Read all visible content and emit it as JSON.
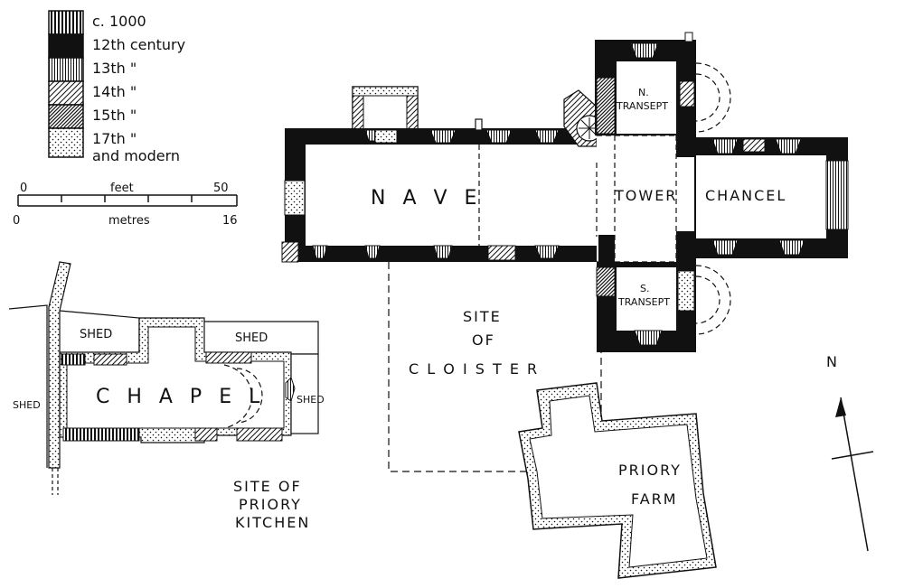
{
  "legend": {
    "entries": [
      {
        "label": "c. 1000",
        "pattern": "vertical-stripes"
      },
      {
        "label": "12th century",
        "pattern": "solid-black"
      },
      {
        "label": "13th  \"",
        "pattern": "fine-vertical"
      },
      {
        "label": "14th  \"",
        "pattern": "diagonal-hatch"
      },
      {
        "label": "15th  \"",
        "pattern": "dense-diagonal"
      },
      {
        "label": "17th  \"",
        "pattern": "stipple"
      }
    ],
    "last_line": "and modern"
  },
  "scale": {
    "feet_label": "feet",
    "feet_start": "0",
    "feet_end": "50",
    "metres_label": "metres",
    "metres_start": "0",
    "metres_end": "16"
  },
  "church": {
    "nave": "N A V E",
    "tower": "TOWER",
    "chancel": "CHANCEL",
    "n_transept_1": "N.",
    "n_transept_2": "TRANSEPT",
    "s_transept_1": "S.",
    "s_transept_2": "TRANSEPT"
  },
  "cloister": {
    "line1": "SITE",
    "line2": "OF",
    "line3": "C L O I S T E R"
  },
  "chapel_group": {
    "chapel": "C H A P E L",
    "shed_left": "SHED",
    "shed_top_left": "SHED",
    "shed_top_right": "SHED",
    "shed_right": "SHED"
  },
  "kitchen": {
    "line1": "SITE OF",
    "line2": "PRIORY",
    "line3": "KITCHEN"
  },
  "farm": {
    "line1": "PRIORY",
    "line2": "FARM"
  },
  "north": {
    "label": "N"
  },
  "colors": {
    "ink": "#111111",
    "paper": "#ffffff"
  }
}
